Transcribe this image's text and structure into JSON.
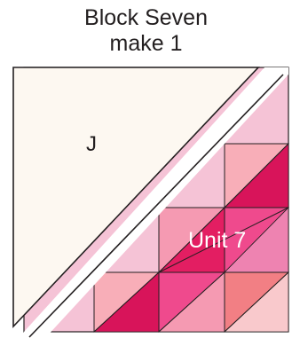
{
  "header": {
    "title": "Block Seven",
    "subtitle": "make 1"
  },
  "block": {
    "piece_label": "J",
    "unit_label": "Unit 7",
    "colors": {
      "background_piece": "#fdf8f1",
      "outline": "#231f20",
      "light_pink": "#f5c3d6",
      "blush": "#f8aeb8",
      "rose": "#f59ab2",
      "hot_pink": "#ef4a8d",
      "magenta": "#e31e62",
      "deep_magenta": "#d8145a",
      "orchid": "#ee83b1",
      "salmon": "#f27f84",
      "pale_pink": "#f9c9cc",
      "label_white": "#ffffff"
    }
  }
}
